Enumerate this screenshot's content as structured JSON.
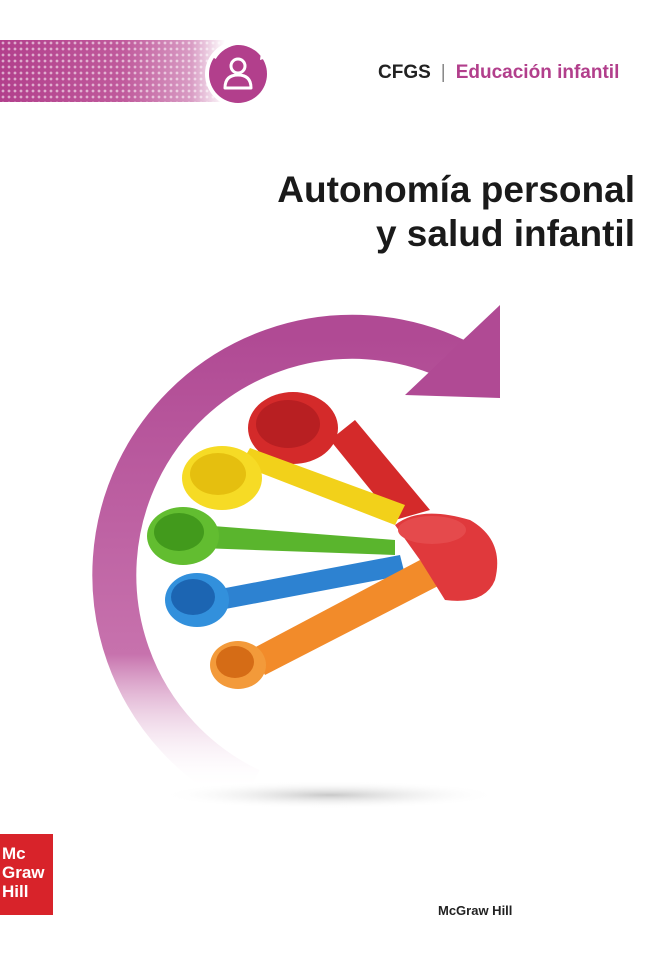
{
  "header": {
    "level": "CFGS",
    "separator": "|",
    "series": "Educación infantil"
  },
  "title": {
    "line1": "Autonomía personal",
    "line2": "y salud infantil"
  },
  "logo": {
    "line1": "Mc",
    "line2": "Graw",
    "line3": "Hill"
  },
  "publisher": "McGraw Hill",
  "colors": {
    "accent": "#b23f8c",
    "logo_red": "#d8232a"
  },
  "icons": {
    "badge": "person-cycle-icon"
  }
}
